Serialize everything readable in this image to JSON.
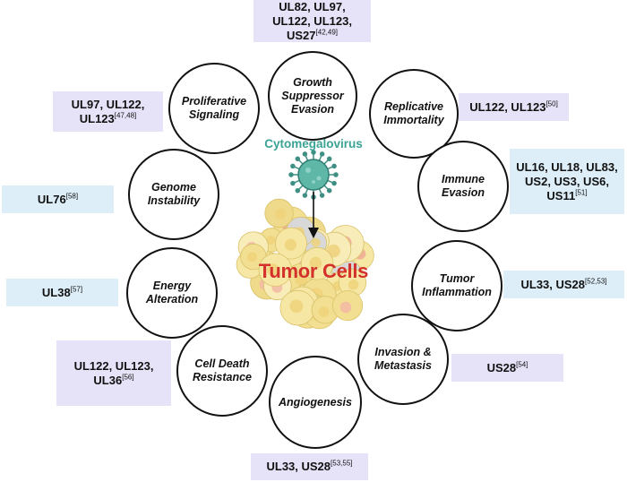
{
  "center": {
    "virus_label": "Cytomegalovirus",
    "tumor_label": "Tumor Cells"
  },
  "hallmarks": [
    {
      "label": "Growth\nSuppressor\nEvasion",
      "genes": "UL82, UL97,\nUL122, UL123,\nUS27",
      "ref": "[42,49]",
      "color": "#e6e3f8"
    },
    {
      "label": "Replicative\nImmortality",
      "genes": "UL122, UL123",
      "ref": "[50]",
      "color": "#e6e3f8"
    },
    {
      "label": "Immune Evasion",
      "genes": "UL16, UL18, UL83,\nUS2, US3, US6,\nUS11",
      "ref": "[51]",
      "color": "#ddeef8"
    },
    {
      "label": "Tumor\nInflammation",
      "genes": "UL33, US28",
      "ref": "[52,53]",
      "color": "#ddeef8"
    },
    {
      "label": "Invasion &\nMetastasis",
      "genes": "US28",
      "ref": "[54]",
      "color": "#e6e3f8"
    },
    {
      "label": "Angiogenesis",
      "genes": "UL33, US28",
      "ref": "[53,55]",
      "color": "#e6e3f8"
    },
    {
      "label": "Cell Death\nResistance",
      "genes": "UL122, UL123,\nUL36",
      "ref": "[56]",
      "color": "#e6e3f8"
    },
    {
      "label": "Energy Alteration",
      "genes": "UL38",
      "ref": "[57]",
      "color": "#ddeef8"
    },
    {
      "label": "Genome\nInstability",
      "genes": "UL76",
      "ref": "[58]",
      "color": "#ddeef8"
    },
    {
      "label": "Proliferative\nSignaling",
      "genes": "UL97, UL122,\nUL123",
      "ref": "[47,48]",
      "color": "#e6e3f8"
    }
  ]
}
